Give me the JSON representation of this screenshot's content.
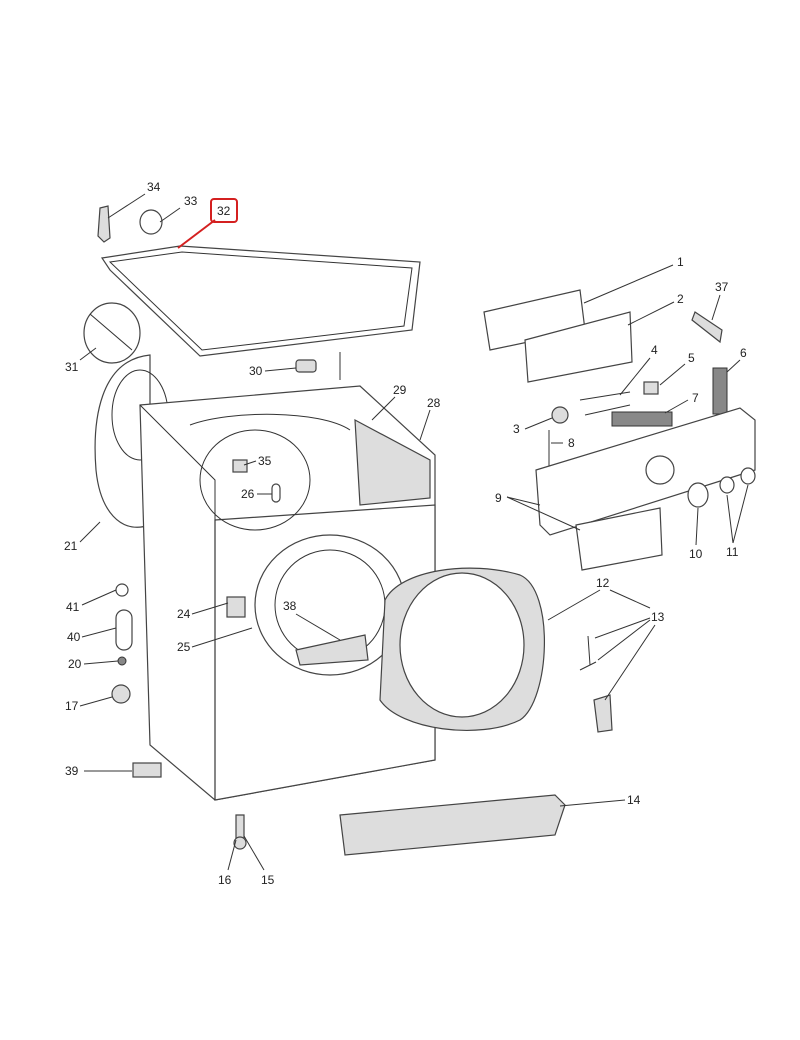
{
  "diagram": {
    "title": "Washing machine exploded parts diagram",
    "highlight_color": "#d42020",
    "highlighted_part": "32",
    "callouts": {
      "c1": "1",
      "c2": "2",
      "c3": "3",
      "c4": "4",
      "c5": "5",
      "c6": "6",
      "c7": "7",
      "c8": "8",
      "c9": "9",
      "c10": "10",
      "c11": "11",
      "c12": "12",
      "c13": "13",
      "c14": "14",
      "c15": "15",
      "c16": "16",
      "c17": "17",
      "c20": "20",
      "c21": "21",
      "c24": "24",
      "c25": "25",
      "c26": "26",
      "c28": "28",
      "c29": "29",
      "c30": "30",
      "c31": "31",
      "c32": "32",
      "c33": "33",
      "c34": "34",
      "c35": "35",
      "c37": "37",
      "c38": "38",
      "c39": "39",
      "c40": "40",
      "c41": "41"
    }
  }
}
